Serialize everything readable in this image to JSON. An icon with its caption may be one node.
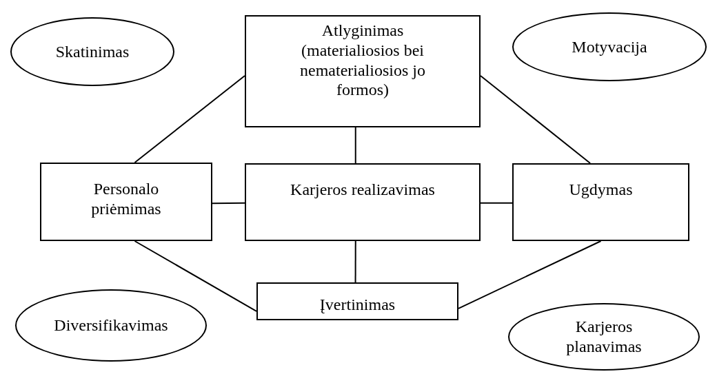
{
  "diagram": {
    "nodes": [
      {
        "text": [
          "Skatinimas"
        ]
      },
      {
        "text": [
          "Atlyginimas (materialiosios bei nematerialiosios jo formos)"
        ]
      },
      {
        "text": [
          "Motyvacija"
        ]
      },
      {
        "text": [
          "Personalo priėmimas"
        ]
      },
      {
        "text": [
          "Karjeros realizavimas"
        ]
      },
      {
        "text": [
          "Ugdymas"
        ]
      },
      {
        "text": [
          "Įvertinimas"
        ]
      },
      {
        "text": [
          "Diversifikavimas"
        ]
      },
      {
        "text": [
          "Karjeros planavimas"
        ]
      }
    ],
    "edges": [
      {
        "from": 1,
        "to": 3,
        "arrow": "none"
      },
      {
        "from": 1,
        "to": 4,
        "arrow": "none"
      },
      {
        "from": 1,
        "to": 5,
        "arrow": "none"
      },
      {
        "from": 3,
        "to": 4,
        "arrow": "none"
      },
      {
        "from": 4,
        "to": 5,
        "arrow": "none"
      },
      {
        "from": 3,
        "to": 6,
        "arrow": "none"
      },
      {
        "from": 4,
        "to": 6,
        "arrow": "none"
      },
      {
        "from": 5,
        "to": 6,
        "arrow": "none"
      }
    ]
  }
}
